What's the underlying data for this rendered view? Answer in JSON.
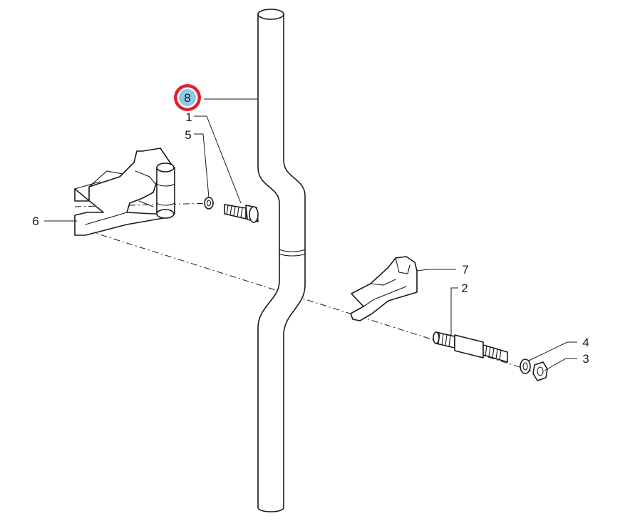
{
  "callouts": [
    {
      "id": "1",
      "label": "1"
    },
    {
      "id": "2",
      "label": "2"
    },
    {
      "id": "3",
      "label": "3"
    },
    {
      "id": "4",
      "label": "4"
    },
    {
      "id": "5",
      "label": "5"
    },
    {
      "id": "6",
      "label": "6"
    },
    {
      "id": "7",
      "label": "7"
    },
    {
      "id": "8",
      "label": "8"
    }
  ],
  "highlight": {
    "callout": "8",
    "ring_color": "#e0202a",
    "fill_color": "#8fc8e8"
  }
}
